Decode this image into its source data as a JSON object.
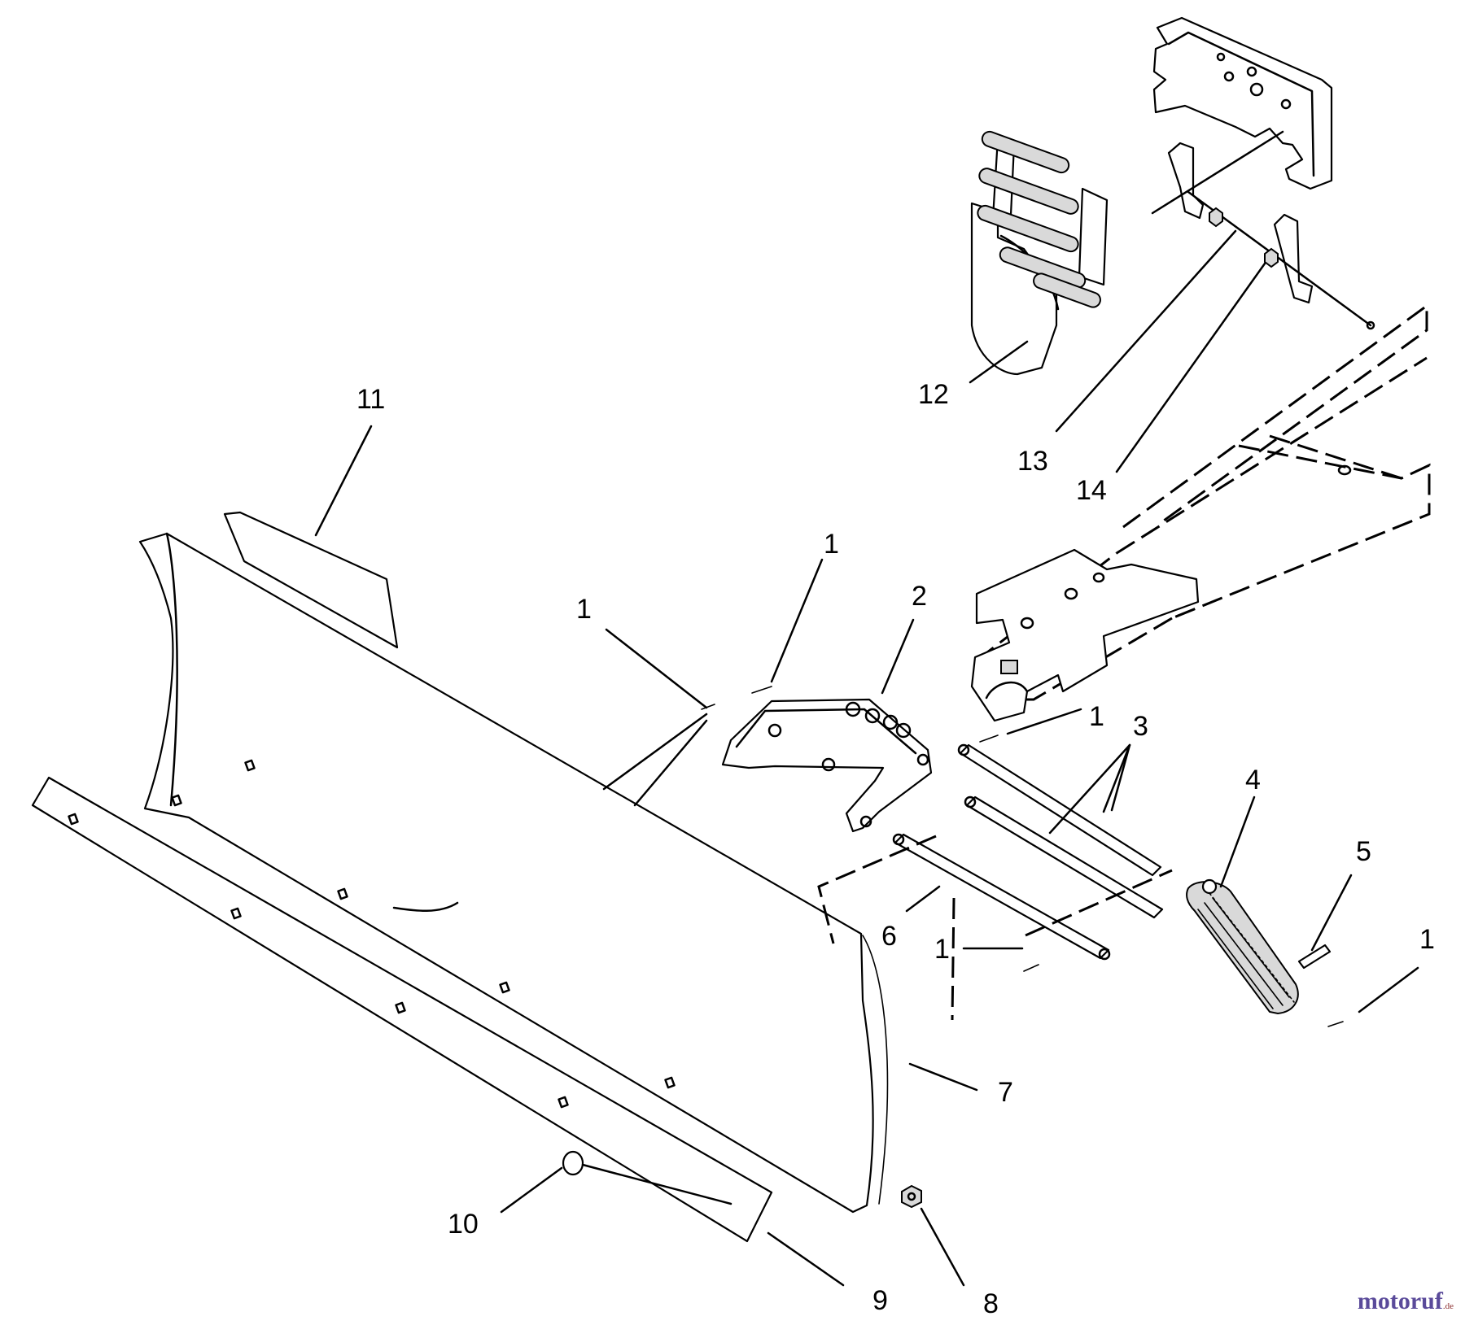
{
  "diagram": {
    "callouts": [
      {
        "id": "label-1-a",
        "text": "1"
      },
      {
        "id": "label-1-b",
        "text": "1"
      },
      {
        "id": "label-1-c",
        "text": "1"
      },
      {
        "id": "label-1-d",
        "text": "1"
      },
      {
        "id": "label-1-e",
        "text": "1"
      },
      {
        "id": "label-2",
        "text": "2"
      },
      {
        "id": "label-3",
        "text": "3"
      },
      {
        "id": "label-4",
        "text": "4"
      },
      {
        "id": "label-5",
        "text": "5"
      },
      {
        "id": "label-6",
        "text": "6"
      },
      {
        "id": "label-7",
        "text": "7"
      },
      {
        "id": "label-8",
        "text": "8"
      },
      {
        "id": "label-9",
        "text": "9"
      },
      {
        "id": "label-10",
        "text": "10"
      },
      {
        "id": "label-11",
        "text": "11"
      },
      {
        "id": "label-12",
        "text": "12"
      },
      {
        "id": "label-13",
        "text": "13"
      },
      {
        "id": "label-14",
        "text": "14"
      }
    ]
  },
  "watermark": {
    "brand": "motoruf",
    "suffix": ".de",
    "brand_color": "#5a4a9a"
  }
}
